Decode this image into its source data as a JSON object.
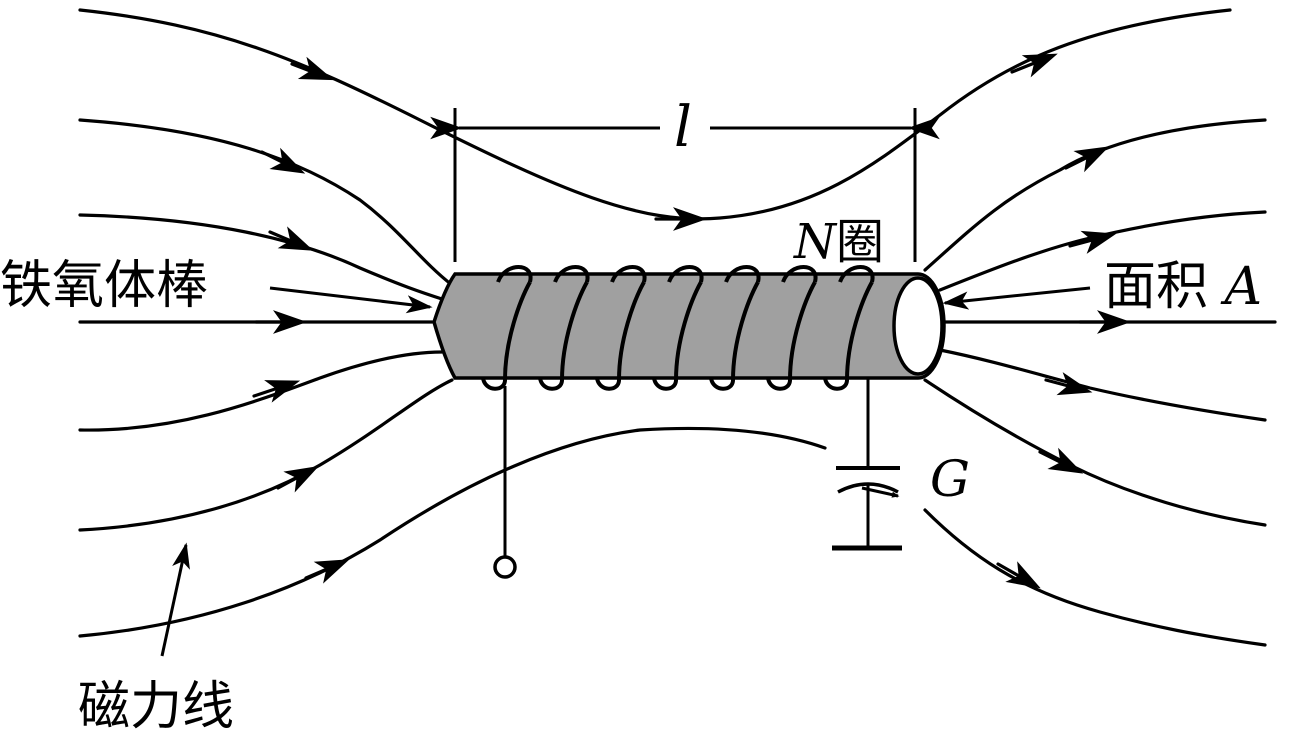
{
  "labels": {
    "ferrite_rod": "铁氧体棒",
    "field_lines": "磁力线",
    "length_symbol": "l",
    "turns_prefix": "N",
    "turns_suffix": "圈",
    "area_prefix": "面积 ",
    "area_symbol": "A",
    "capacitor_symbol": "G"
  }
}
